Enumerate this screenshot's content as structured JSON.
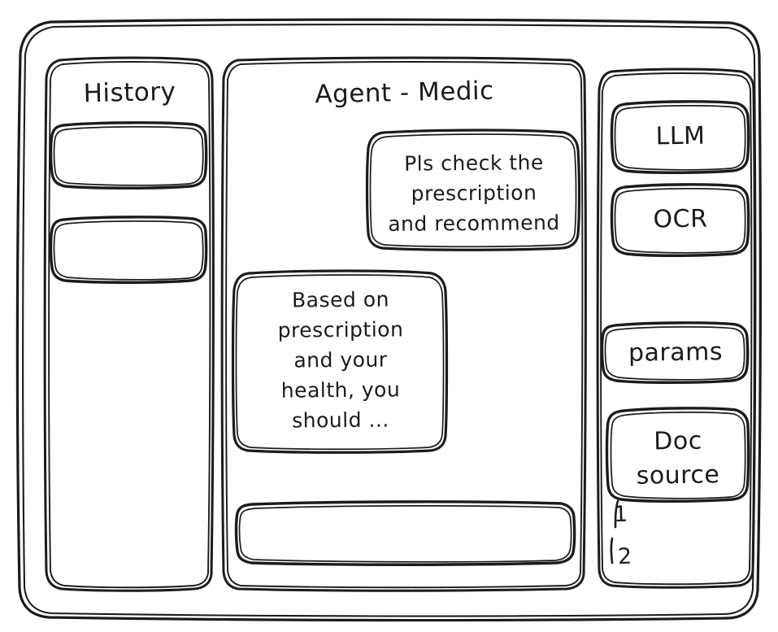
{
  "window": {
    "name": "agent-medic-wireframe"
  },
  "history_panel": {
    "title": "History",
    "items": [
      {
        "label": ""
      },
      {
        "label": ""
      }
    ]
  },
  "agent_panel": {
    "title": "Agent - Medic",
    "messages": [
      {
        "role": "user",
        "lines": [
          "Pls check the",
          "prescription",
          "and recommend"
        ]
      },
      {
        "role": "agent",
        "lines": [
          "Based on",
          "prescription",
          "and your",
          "health, you",
          "should ..."
        ]
      }
    ],
    "composer": {
      "value": "",
      "placeholder": ""
    }
  },
  "tools_panel": {
    "chips": [
      {
        "name": "llm",
        "label": "LLM"
      },
      {
        "name": "ocr",
        "label": "OCR"
      },
      {
        "name": "params",
        "label": "params"
      },
      {
        "name": "doc-source",
        "label": "Doc\nsource",
        "lines": [
          "Doc",
          "source"
        ]
      }
    ],
    "doc_source_items": [
      {
        "label": "1"
      },
      {
        "label": "2"
      }
    ]
  },
  "colors": {
    "ink": "#1b1b1f",
    "background": "#ffffff"
  }
}
